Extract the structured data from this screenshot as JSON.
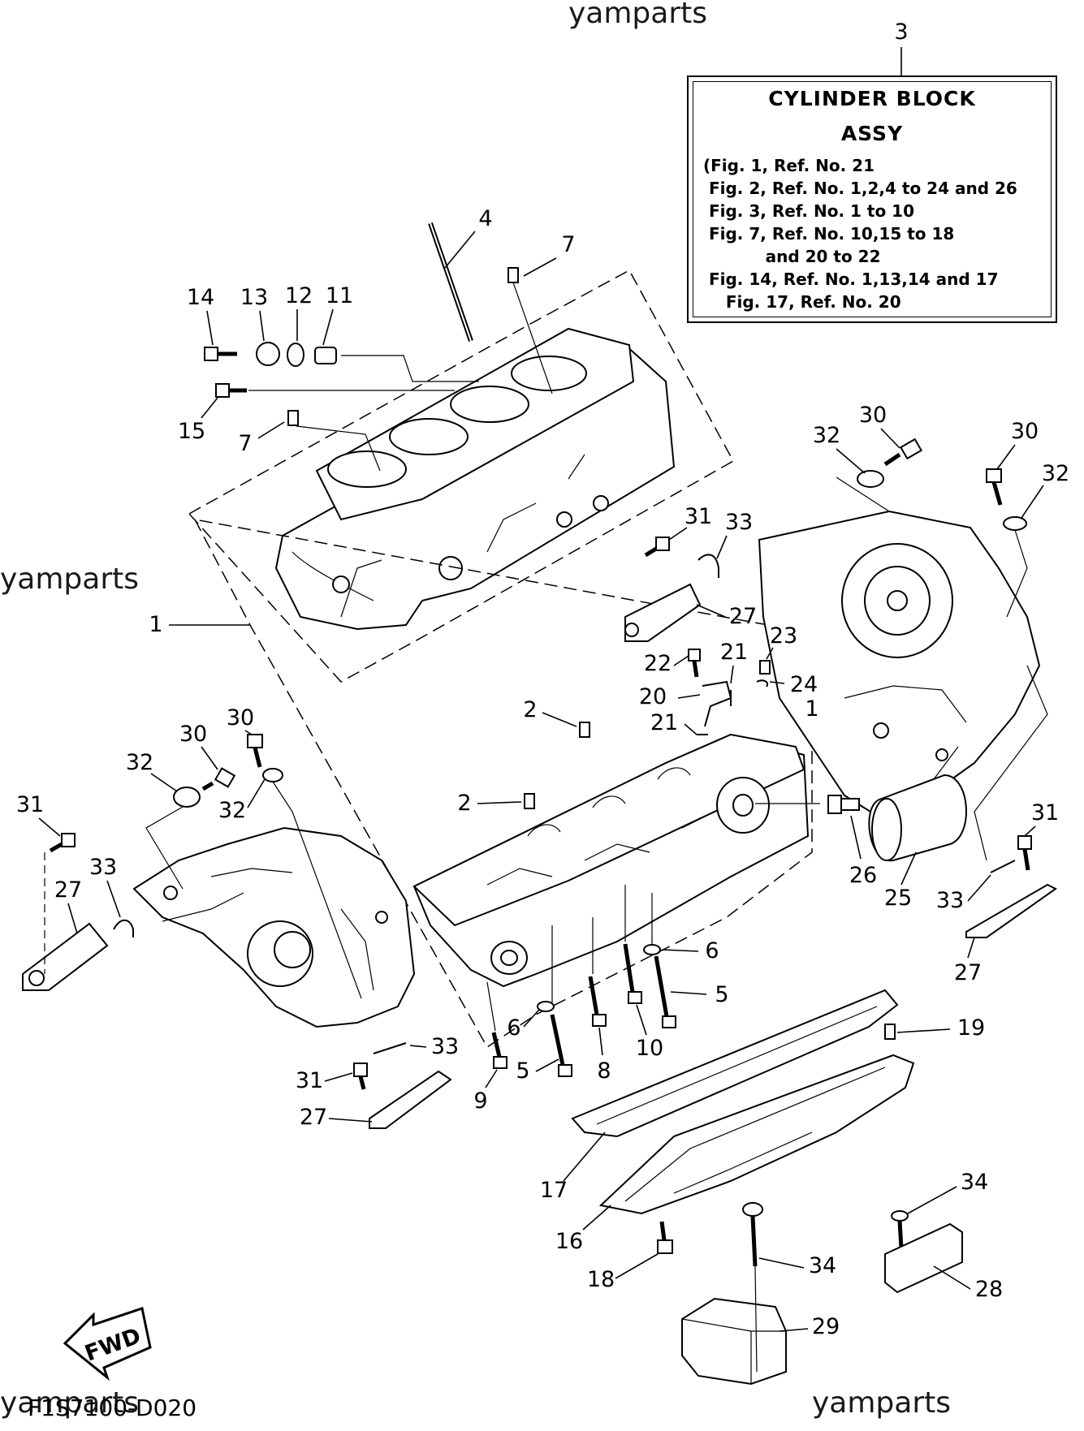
{
  "watermarks": [
    "yamparts",
    "yamparts",
    "yamparts",
    "yamparts"
  ],
  "figure_code": "F1S7100-D020",
  "info_box": {
    "callout": "3",
    "title_line1": "CYLINDER BLOCK",
    "title_line2": "ASSY",
    "refs": [
      "(Fig. 1, Ref. No. 21",
      " Fig. 2, Ref. No. 1,2,4 to 24 and 26",
      " Fig. 3, Ref. No. 1 to 10",
      " Fig. 7, Ref. No. 10,15 to 18",
      "           and 20 to 22",
      " Fig. 14, Ref. No. 1,13,14 and 17",
      "    Fig. 17, Ref. No. 20"
    ]
  },
  "fwd_label": "FWD",
  "callouts": {
    "c4": "4",
    "c7a": "7",
    "c14": "14",
    "c13": "13",
    "c12": "12",
    "c11": "11",
    "c15": "15",
    "c7b": "7",
    "c1a": "1",
    "c30a": "30",
    "c32a": "32",
    "c30b": "30",
    "c32b": "32",
    "c31a": "31",
    "c33a": "33",
    "c27a": "27",
    "c23": "23",
    "c22": "22",
    "c21a": "21",
    "c20": "20",
    "c21b": "21",
    "c24": "24",
    "c1b": "1",
    "c2a": "2",
    "c2b": "2",
    "c26": "26",
    "c25": "25",
    "c31b": "31",
    "c33b": "33",
    "c27b": "27",
    "c30c": "30",
    "c30d": "30",
    "c32c": "32",
    "c32d": "32",
    "c31c": "31",
    "c33c": "33",
    "c27c": "27",
    "c6a": "6",
    "c5a": "5",
    "c6b": "6",
    "c5b": "5",
    "c8": "8",
    "c10": "10",
    "c9": "9",
    "c33d": "33",
    "c31d": "31",
    "c27d": "27",
    "c19": "19",
    "c17": "17",
    "c16": "16",
    "c18": "18",
    "c34a": "34",
    "c34b": "34",
    "c28": "28",
    "c29": "29"
  }
}
